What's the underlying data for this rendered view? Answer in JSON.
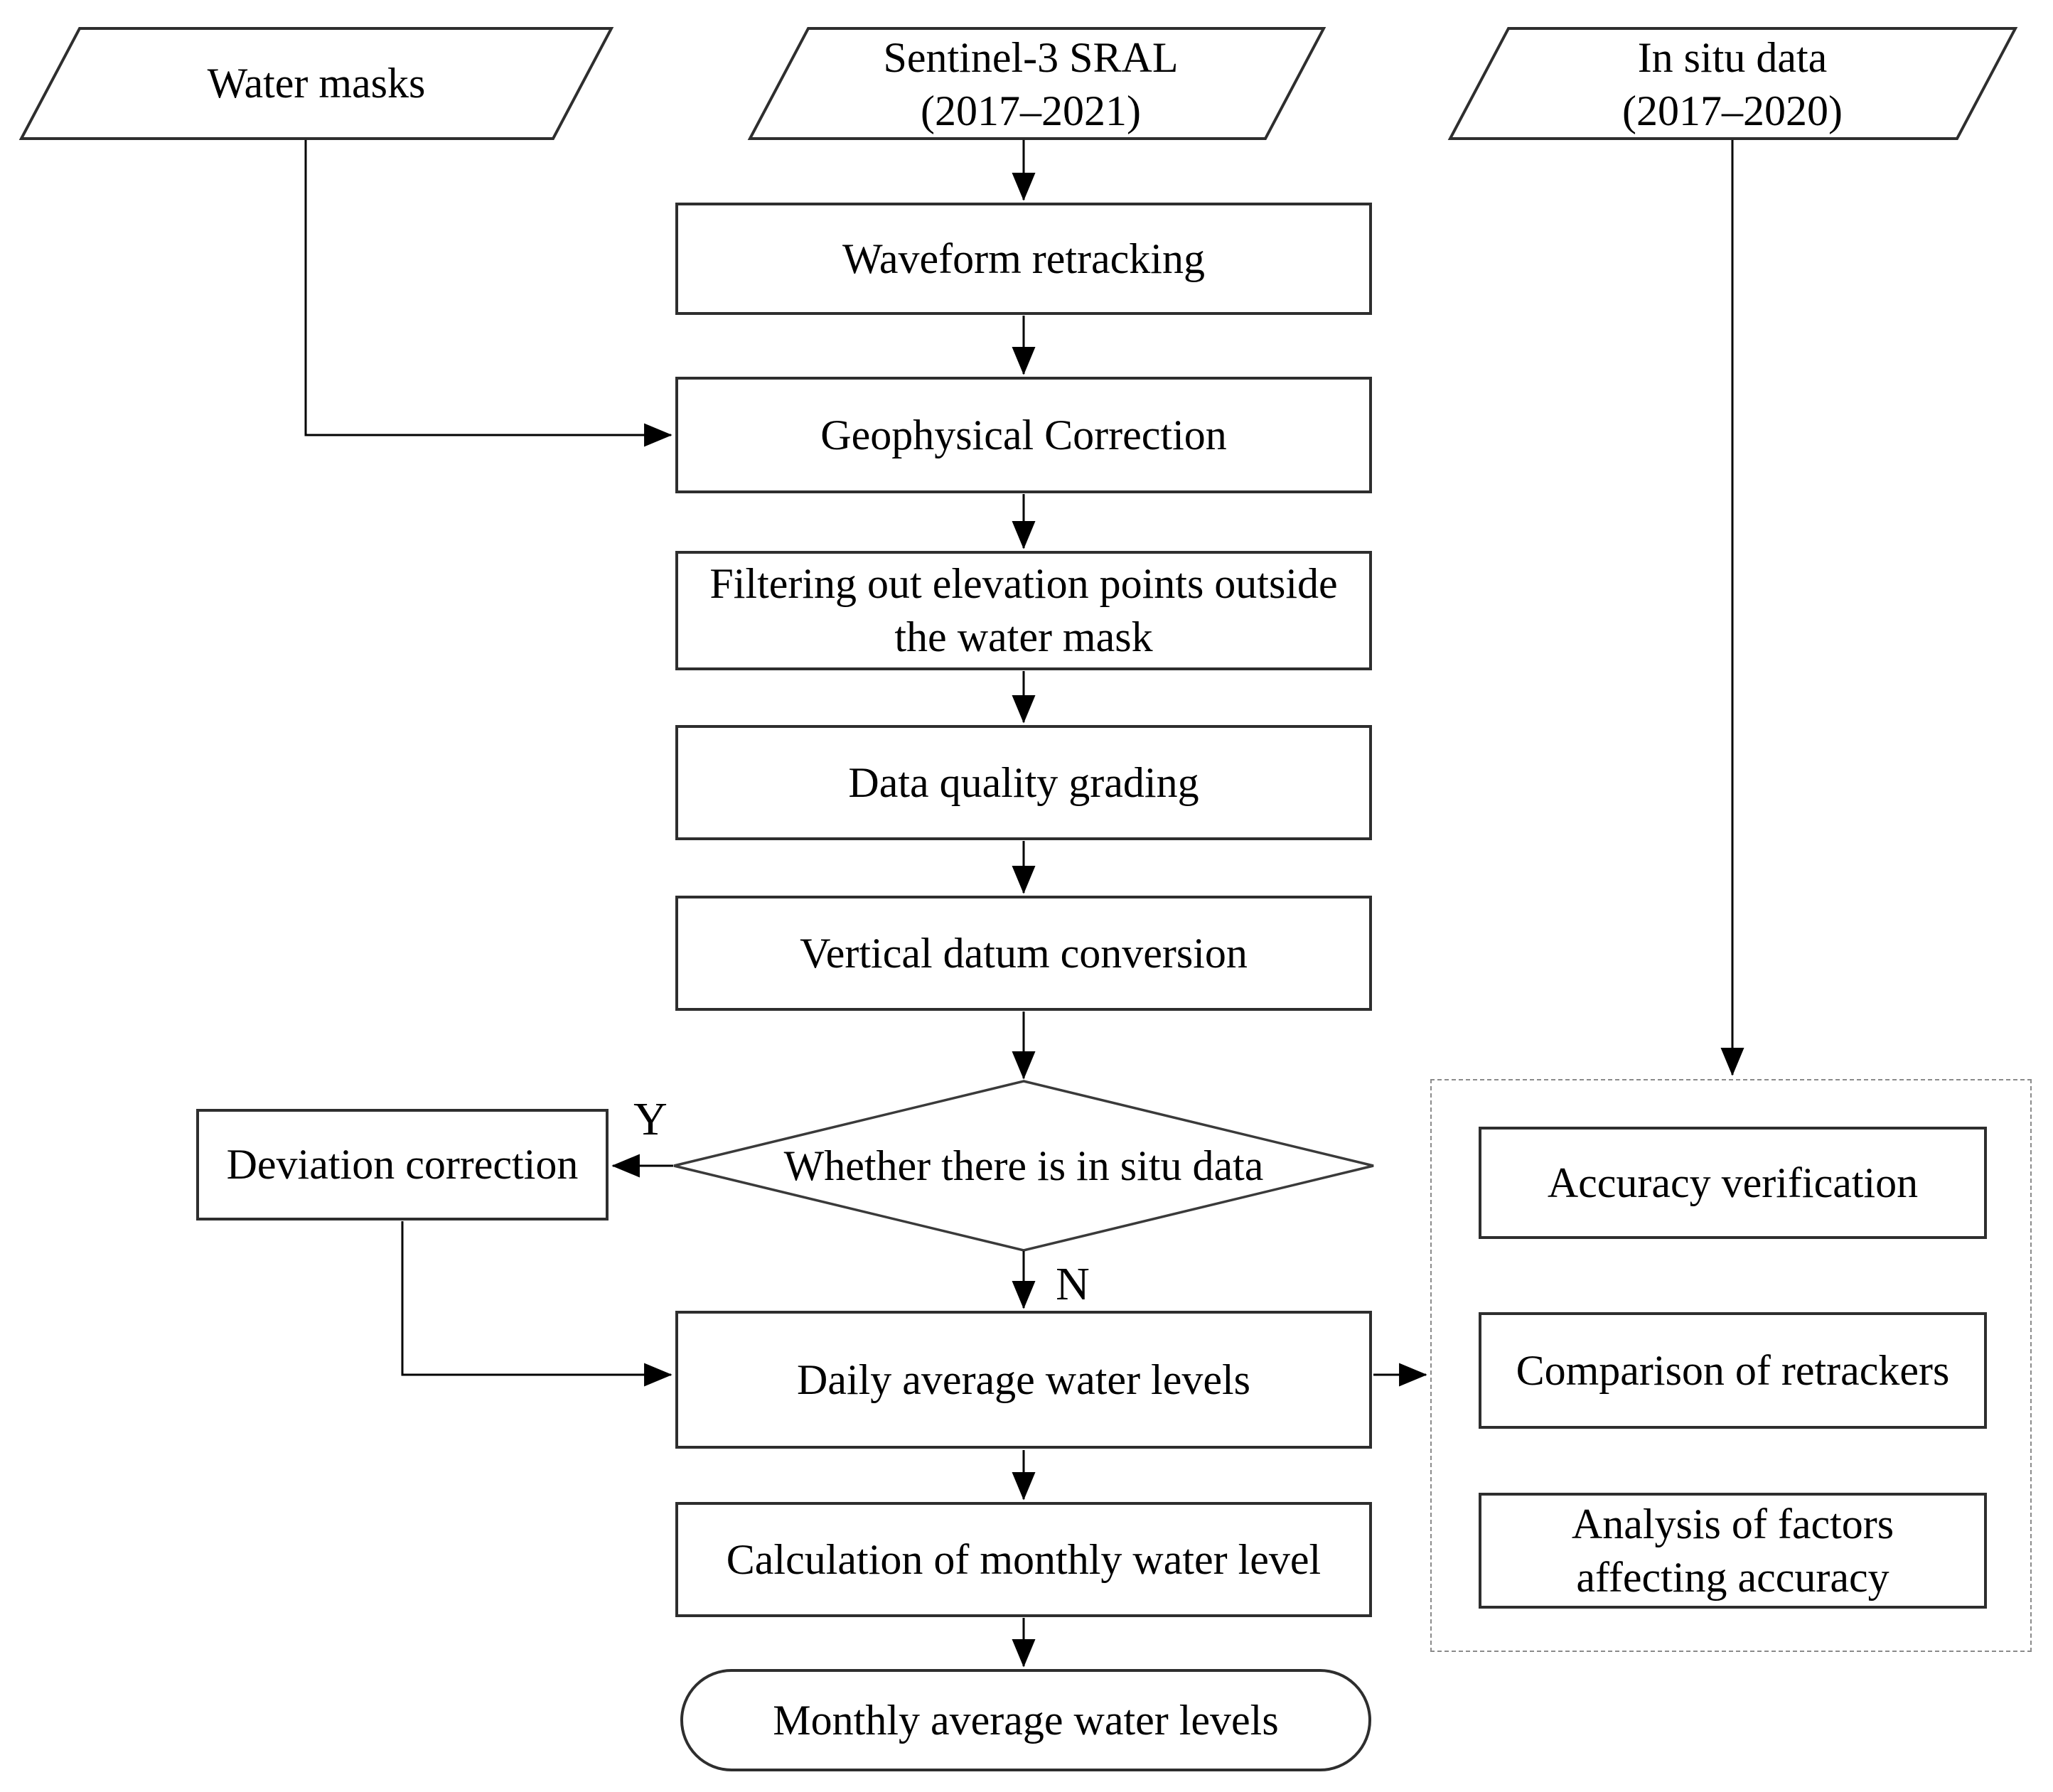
{
  "diagram": {
    "background": "#ffffff",
    "line_color": "#000000",
    "box_border_color": "#2e2e2e",
    "dashed_border_color": "#8b8b8b",
    "text_color": "#000000"
  },
  "nodes": {
    "water_masks": {
      "shape": "parallelogram",
      "label": "Water masks"
    },
    "sentinel3_sral": {
      "shape": "parallelogram",
      "lines": [
        "Sentinel-3 SRAL",
        "(2017–2021)"
      ]
    },
    "in_situ_data": {
      "shape": "parallelogram",
      "lines": [
        "In situ data",
        "(2017–2020)"
      ]
    },
    "waveform_retracking": {
      "shape": "process",
      "label": "Waveform retracking"
    },
    "geophysical_correction": {
      "shape": "process",
      "label": "Geophysical Correction"
    },
    "filtering_points": {
      "shape": "process",
      "label": "Filtering out elevation points outside the water mask"
    },
    "data_quality_grading": {
      "shape": "process",
      "label": "Data quality grading"
    },
    "vertical_datum_conversion": {
      "shape": "process",
      "label": "Vertical datum conversion"
    },
    "in_situ_decision": {
      "shape": "decision",
      "label": "Whether there is in situ data"
    },
    "deviation_correction": {
      "shape": "process",
      "label": "Deviation correction"
    },
    "daily_average_water_levels": {
      "shape": "process",
      "label": "Daily average water levels"
    },
    "calculation_monthly_water_level": {
      "shape": "process",
      "label": "Calculation of monthly water level"
    },
    "monthly_average_water_levels": {
      "shape": "terminator",
      "label": "Monthly average water levels"
    },
    "accuracy_verification": {
      "shape": "process",
      "label": "Accuracy verification"
    },
    "comparison_of_retrackers": {
      "shape": "process",
      "label": "Comparison of retrackers"
    },
    "analysis_of_factors": {
      "shape": "process",
      "label": "Analysis of factors affecting accuracy"
    }
  },
  "edge_labels": {
    "yes": "Y",
    "no": "N"
  }
}
